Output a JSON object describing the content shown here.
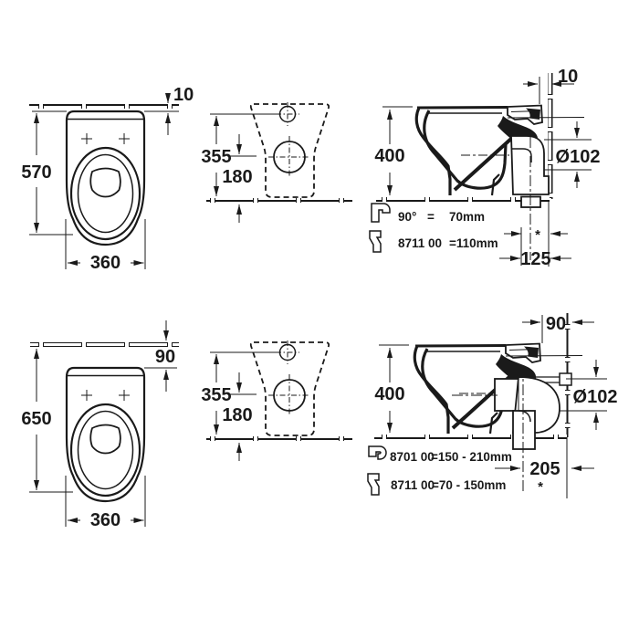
{
  "drawing": {
    "title": "toilet-installation-dimension-drawing",
    "line_color": "#1a1a1a",
    "background": "#ffffff",
    "top_row": {
      "front": {
        "gap_to_wall": "10",
        "height": "570",
        "width": "360"
      },
      "plan": {
        "inlet_height": "355",
        "outlet_height": "180"
      },
      "side": {
        "gap_to_wall": "10",
        "height": "400",
        "outlet_diameter": "Ø102",
        "star": "*",
        "wall_offset": "125",
        "notes": [
          {
            "code": "90°",
            "eq": "=",
            "value": "70mm"
          },
          {
            "code": "8711 00",
            "value": "=110mm"
          }
        ]
      }
    },
    "bottom_row": {
      "front": {
        "gap_to_wall": "90",
        "height": "650",
        "width": "360"
      },
      "plan": {
        "inlet_height": "355",
        "outlet_height": "180"
      },
      "side": {
        "gap_to_wall": "90",
        "height": "400",
        "outlet_diameter": "Ø102",
        "star": "*",
        "wall_offset": "205",
        "notes": [
          {
            "code": "8701 00",
            "value": "=150 - 210mm"
          },
          {
            "code": "8711 00",
            "value": "=70 - 150mm"
          }
        ]
      }
    }
  }
}
